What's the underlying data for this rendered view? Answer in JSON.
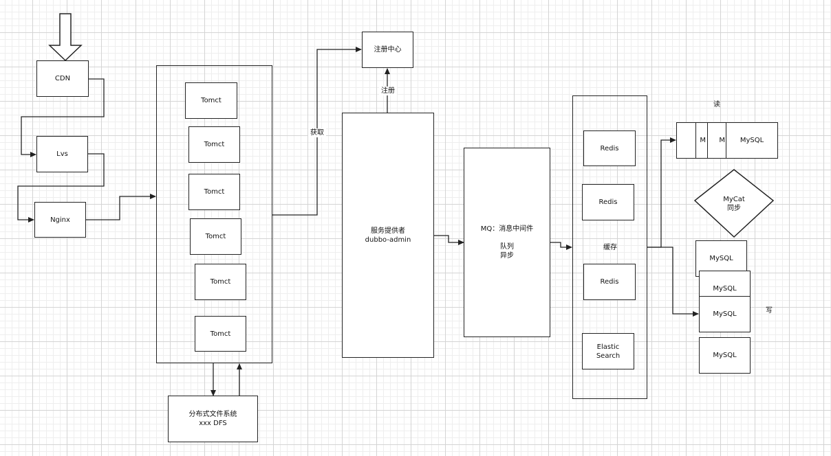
{
  "nodes": {
    "cdn": "CDN",
    "lvs": "Lvs",
    "nginx": "Nginx",
    "tomcats": [
      "Tomct",
      "Tomct",
      "Tomct",
      "Tomct",
      "Tomct",
      "Tomct"
    ],
    "registry": "注册中心",
    "provider": "服务提供者\ndubbo-admin",
    "mq": "MQ：消息中间件\n\n队列\n异步",
    "redis": [
      "Redis",
      "Redis",
      "Redis"
    ],
    "elastic": "Elastic\nSearch",
    "cache_label": "缓存",
    "dfs": "分布式文件系统\nxxx DFS",
    "mysql_read": [
      "M",
      "M",
      "MySQL"
    ],
    "mycat": "MyCat\n同步",
    "mysql_write": [
      "MySQL",
      "MySQL",
      "MySQL",
      "MySQL"
    ]
  },
  "labels": {
    "fetch": "获取",
    "register": "注册",
    "read": "读",
    "write": "写"
  },
  "colors": {
    "stroke": "#222222",
    "grid_major": "#d4d4d4",
    "grid_minor": "#eeeeee"
  }
}
